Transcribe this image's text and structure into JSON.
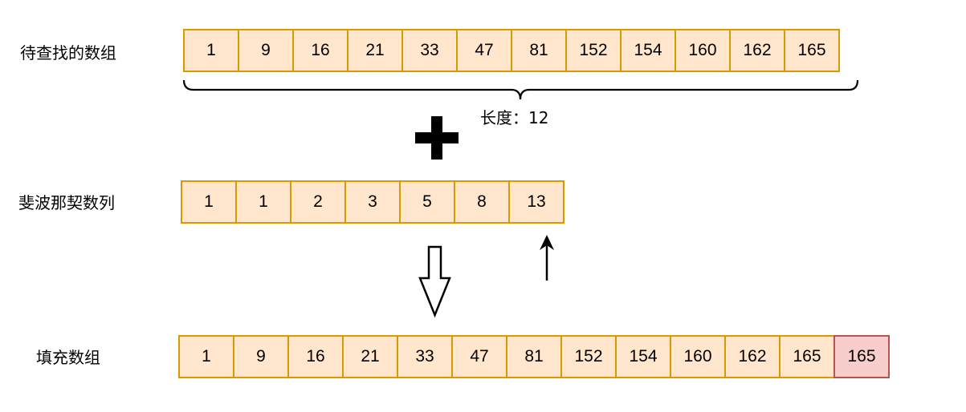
{
  "labels": {
    "search_array": "待查找的数组",
    "fibonacci": "斐波那契数列",
    "filled_array": "填充数组",
    "length": "长度：12"
  },
  "search_array": [
    "1",
    "9",
    "16",
    "21",
    "33",
    "47",
    "81",
    "152",
    "154",
    "160",
    "162",
    "165"
  ],
  "fibonacci": [
    "1",
    "1",
    "2",
    "3",
    "5",
    "8",
    "13"
  ],
  "filled_array": [
    "1",
    "9",
    "16",
    "21",
    "33",
    "47",
    "81",
    "152",
    "154",
    "160",
    "162",
    "165"
  ],
  "padding_value": "165",
  "colors": {
    "cell_fill": "#ffe6cc",
    "cell_border": "#d79b00",
    "pad_fill": "#f8cecc",
    "pad_border": "#b85450"
  }
}
